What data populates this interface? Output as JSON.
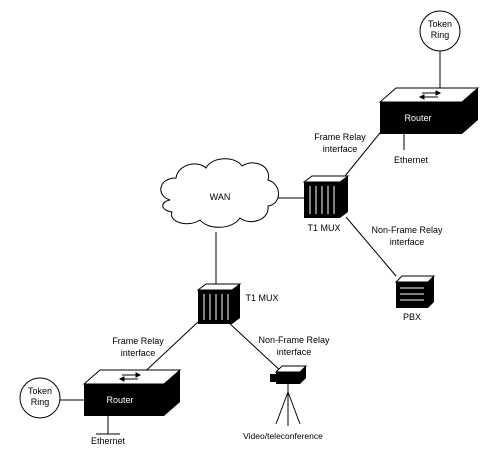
{
  "diagram": {
    "labels": {
      "token_ring_top_1": "Token",
      "token_ring_top_2": "Ring",
      "router_top": "Router",
      "frame_relay_top_1": "Frame Relay",
      "frame_relay_top_2": "interface",
      "ethernet_top": "Ethernet",
      "wan": "WAN",
      "t1_mux_top": "T1 MUX",
      "non_frame_top_1": "Non-Frame Relay",
      "non_frame_top_2": "interface",
      "pbx": "PBX",
      "t1_mux_bottom": "T1 MUX",
      "frame_relay_bottom_1": "Frame Relay",
      "frame_relay_bottom_2": "interface",
      "non_frame_bottom_1": "Non-Frame Relay",
      "non_frame_bottom_2": "interface",
      "token_ring_bottom_1": "Token",
      "token_ring_bottom_2": "Ring",
      "router_bottom": "Router",
      "ethernet_bottom": "Ethernet",
      "video": "Video/teleconference"
    }
  }
}
